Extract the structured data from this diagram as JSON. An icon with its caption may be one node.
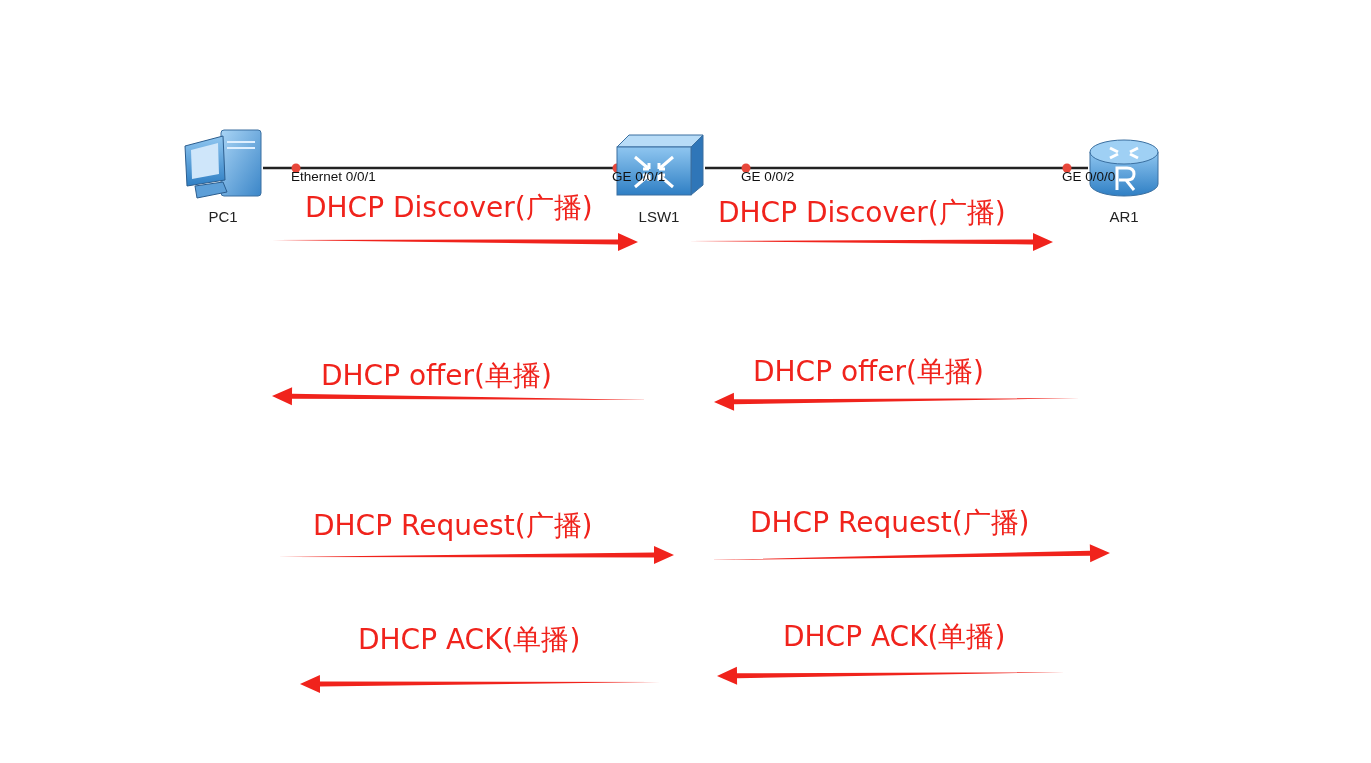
{
  "diagram": {
    "nodes": [
      {
        "text": [
          "PC1"
        ]
      },
      {
        "text": [
          "LSW1"
        ]
      },
      {
        "text": [
          "AR1"
        ]
      }
    ],
    "edges": [
      {
        "from": 0,
        "to": 1,
        "arrow": "none"
      },
      {
        "from": 1,
        "to": 2,
        "arrow": "none"
      }
    ],
    "labels": [
      "Ethernet 0/0/1",
      "GE 0/0/1",
      "GE 0/0/2",
      "GE 0/0/0",
      "DHCP Discover(广播)",
      "DHCP Discover(广播)",
      "DHCP offer(单播)",
      "DHCP offer(单播)",
      "DHCP Request(广播)",
      "DHCP Request(广播)",
      "DHCP ACK(单播)",
      "DHCP ACK(单播)"
    ]
  }
}
